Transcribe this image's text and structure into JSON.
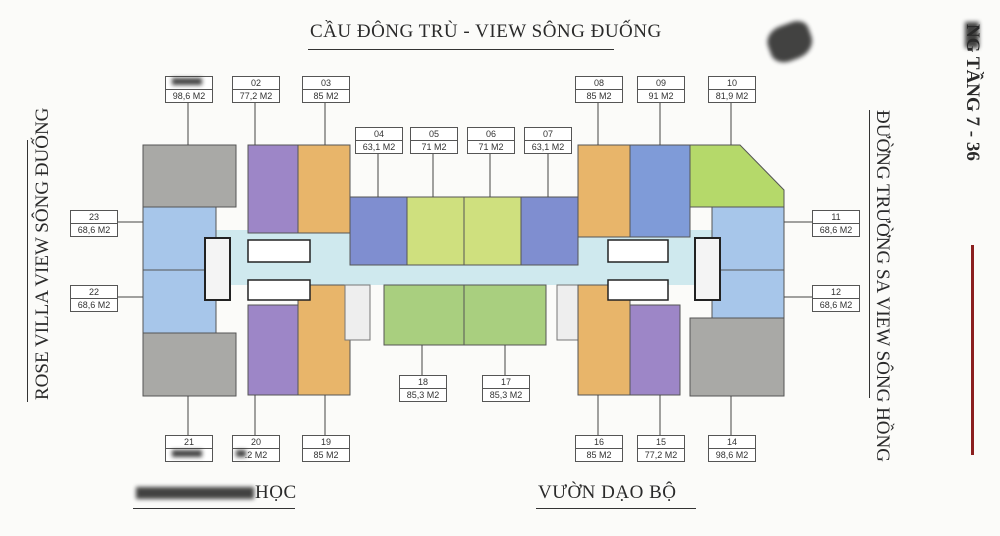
{
  "labels": {
    "top": "CẦU ĐÔNG TRÙ - VIEW SÔNG ĐUỐNG",
    "bottom_right": "VƯỜN DẠO BỘ",
    "bottom_left_suffix": "HỌC",
    "left_vertical": "ROSE VILLA VIEW SÔNG ĐUỐNG",
    "right_vertical": "ĐƯỜNG TRƯỜNG SA VIEW SÔNG HỒNG",
    "floor": "NG TẦNG 7 - 36"
  },
  "units": [
    {
      "id": "u01",
      "num": "",
      "area": "98,6 M2"
    },
    {
      "id": "u02",
      "num": "02",
      "area": "77,2 M2"
    },
    {
      "id": "u03",
      "num": "03",
      "area": "85 M2"
    },
    {
      "id": "u04",
      "num": "04",
      "area": "63,1 M2"
    },
    {
      "id": "u05",
      "num": "05",
      "area": "71 M2"
    },
    {
      "id": "u06",
      "num": "06",
      "area": "71 M2"
    },
    {
      "id": "u07",
      "num": "07",
      "area": "63,1 M2"
    },
    {
      "id": "u08",
      "num": "08",
      "area": "85 M2"
    },
    {
      "id": "u09",
      "num": "09",
      "area": "91 M2"
    },
    {
      "id": "u10",
      "num": "10",
      "area": "81,9 M2"
    },
    {
      "id": "u11",
      "num": "11",
      "area": "68,6 M2"
    },
    {
      "id": "u12",
      "num": "12",
      "area": "68,6 M2"
    },
    {
      "id": "u14",
      "num": "14",
      "area": "98,6 M2"
    },
    {
      "id": "u15",
      "num": "15",
      "area": "77,2 M2"
    },
    {
      "id": "u16",
      "num": "16",
      "area": "85 M2"
    },
    {
      "id": "u17",
      "num": "17",
      "area": "85,3 M2"
    },
    {
      "id": "u18",
      "num": "18",
      "area": "85,3 M2"
    },
    {
      "id": "u19",
      "num": "19",
      "area": "85 M2"
    },
    {
      "id": "u20",
      "num": "20",
      "area": ".2 M2"
    },
    {
      "id": "u21",
      "num": "21",
      "area": ""
    },
    {
      "id": "u22",
      "num": "22",
      "area": "68,6 M2"
    },
    {
      "id": "u23",
      "num": "23",
      "area": "68,6 M2"
    }
  ],
  "colors": {
    "gray": "#a9a9a6",
    "purple": "#9d86c7",
    "orange": "#e8b56a",
    "blue": "#7f9bd8",
    "lightblue": "#a7c6ea",
    "green": "#a9cf7f",
    "yellowgreen": "#cfe07e",
    "lime": "#b5d96a",
    "corridor": "#cfe9ee"
  }
}
